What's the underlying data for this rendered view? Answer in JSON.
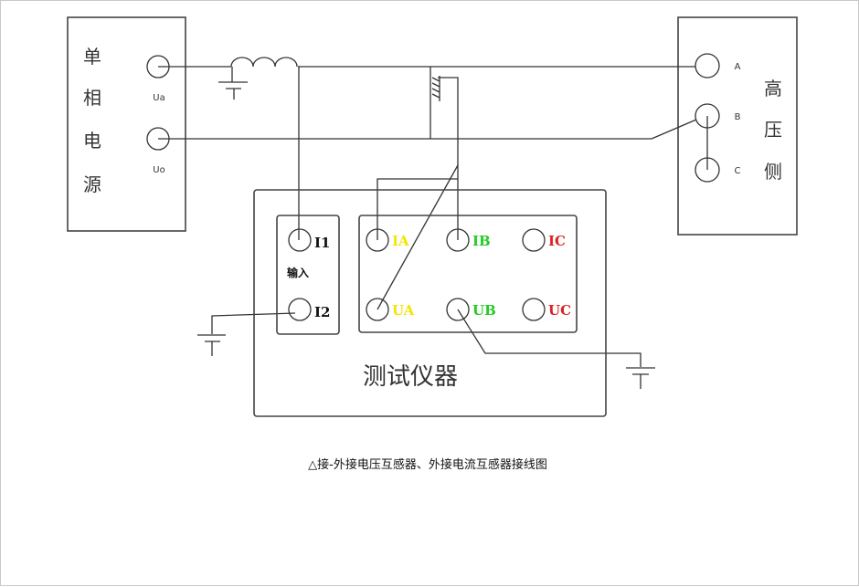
{
  "source_box": {
    "title_chars": [
      "单",
      "相",
      "电",
      "源"
    ],
    "terminals": [
      "Ua",
      "Uo"
    ]
  },
  "hv_box": {
    "title_chars": [
      "高",
      "压",
      "侧"
    ],
    "terminals": [
      "A",
      "B",
      "C"
    ]
  },
  "instrument": {
    "title": "测试仪器",
    "input_label": "输入",
    "input_terminals": [
      "I1",
      "I2"
    ],
    "current_terminals": [
      "IA",
      "IB",
      "IC"
    ],
    "voltage_terminals": [
      "UA",
      "UB",
      "UC"
    ]
  },
  "colors": {
    "phase_a": "#f2e600",
    "phase_b": "#22cc22",
    "phase_c": "#dd2222",
    "input": "#111111"
  },
  "caption": "△接-外接电压互感器、外接电流互感器接线图"
}
